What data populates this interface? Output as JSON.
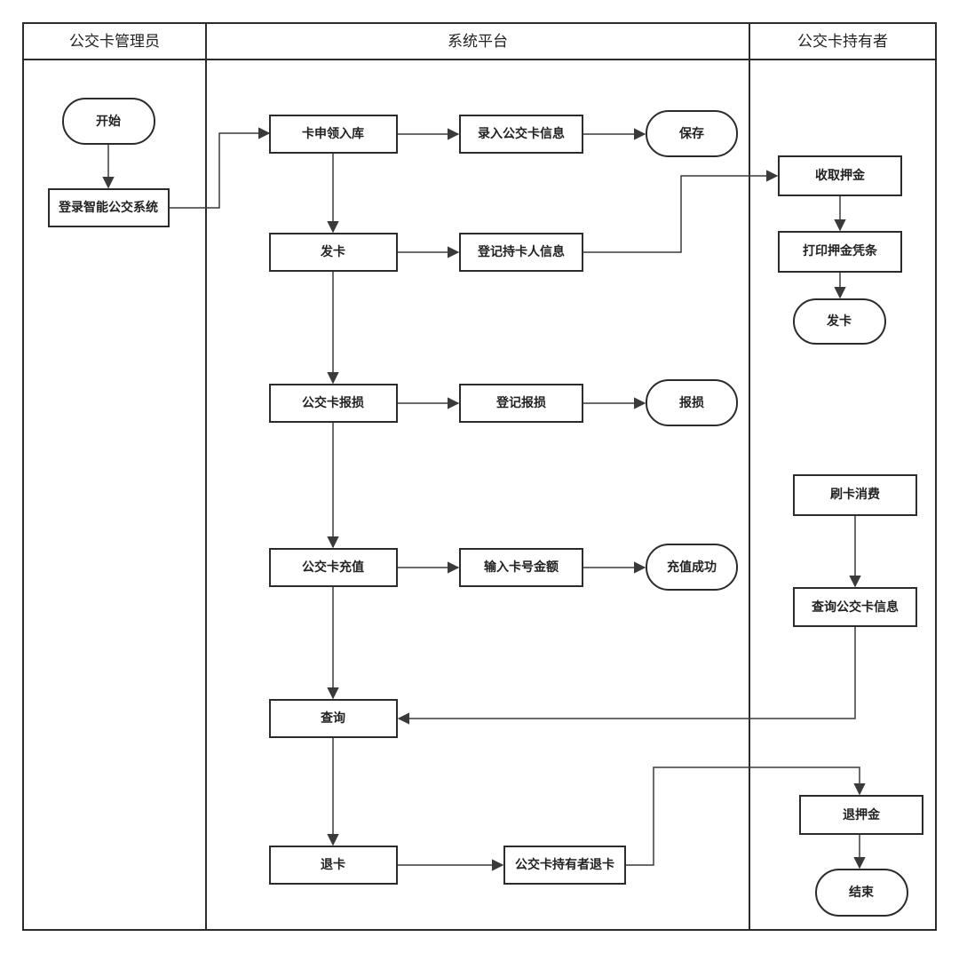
{
  "lanes": [
    {
      "id": "admin",
      "title": "公交卡管理员"
    },
    {
      "id": "platform",
      "title": "系统平台"
    },
    {
      "id": "holder",
      "title": "公交卡持有者"
    }
  ],
  "nodes": {
    "start": "开始",
    "login": "登录智能公交系统",
    "card_apply": "卡申领入库",
    "enter_info": "录入公交卡信息",
    "save": "保存",
    "issue": "发卡",
    "register_holder": "登记持卡人信息",
    "report_loss": "公交卡报损",
    "register_loss": "登记报损",
    "loss_end": "报损",
    "recharge": "公交卡充值",
    "input_amount": "输入卡号金额",
    "recharge_ok": "充值成功",
    "query": "查询",
    "return_card": "退卡",
    "holder_return": "公交卡持有者退卡",
    "collect_deposit": "收取押金",
    "print_receipt": "打印押金凭条",
    "issue_end": "发卡",
    "swipe": "刷卡消费",
    "query_info": "查询公交卡信息",
    "refund_deposit": "退押金",
    "end": "结束"
  },
  "colors": {
    "stroke": "#2b2b2b",
    "edge": "#3a3a3a",
    "background": "#ffffff"
  }
}
